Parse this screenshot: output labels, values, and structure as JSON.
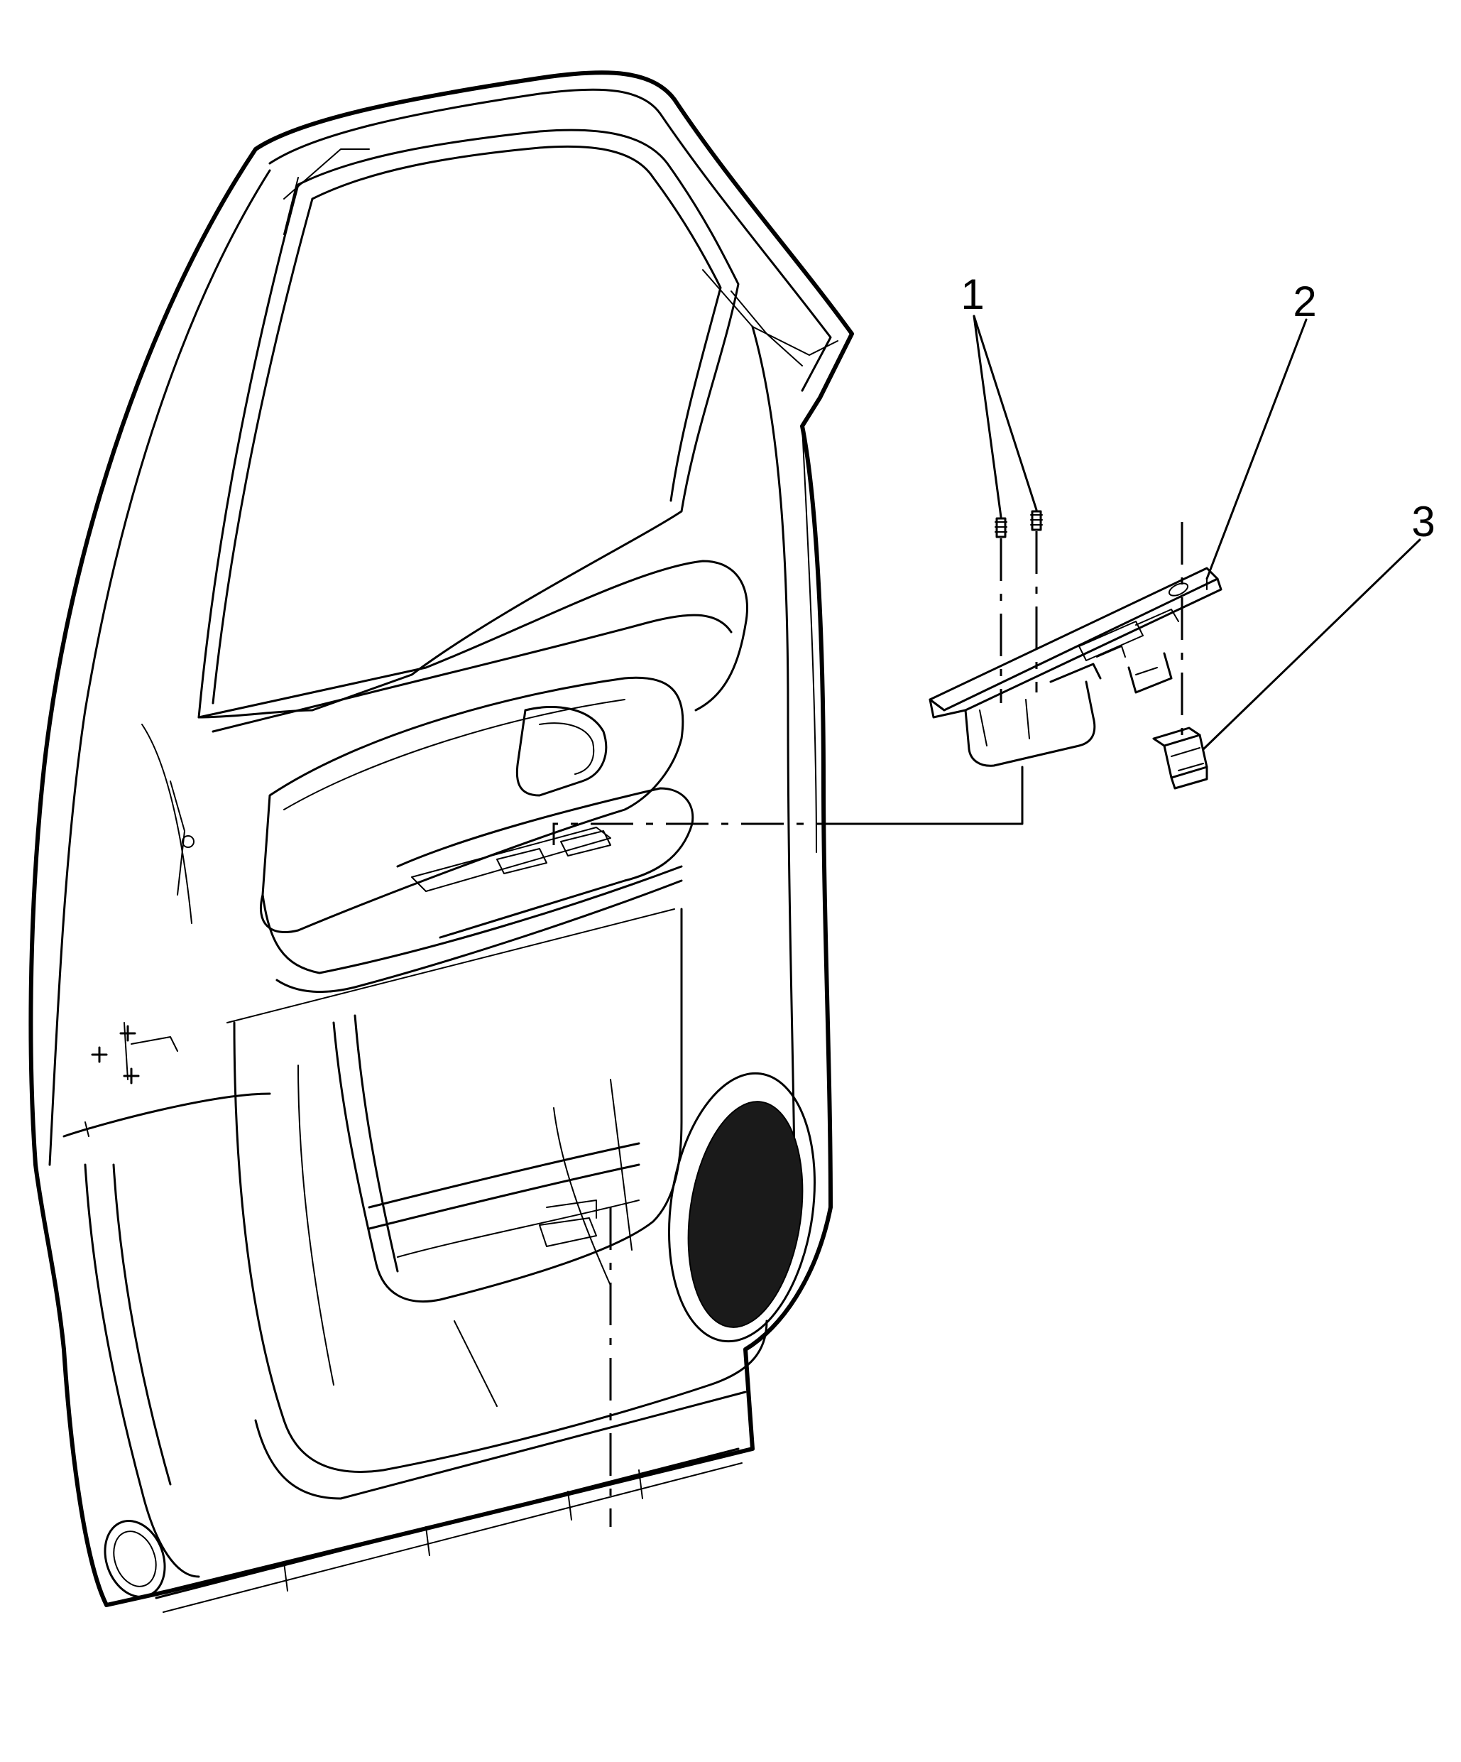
{
  "callouts": [
    {
      "label": "1",
      "part": "fasteners"
    },
    {
      "label": "2",
      "part": "switch-bezel"
    },
    {
      "label": "3",
      "part": "switch"
    }
  ],
  "colors": {
    "line": "#000000",
    "background": "#ffffff",
    "speaker": "#1a1a1a"
  }
}
